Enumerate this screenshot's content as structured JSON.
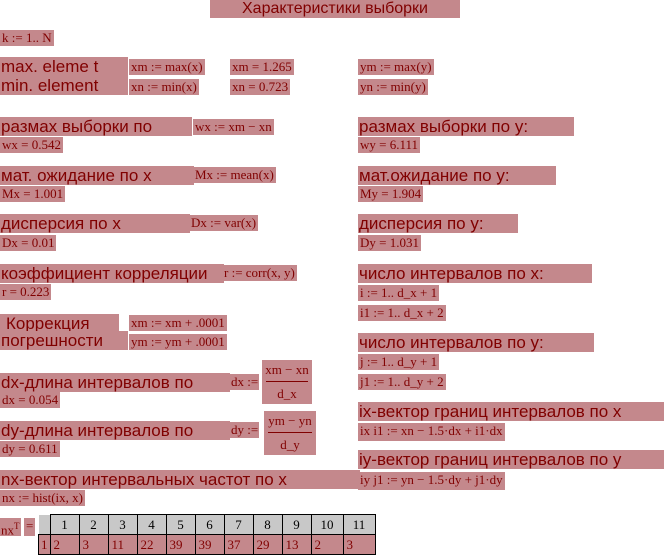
{
  "title": "Характеристики выборки",
  "range_def": "k := 1.. N",
  "x": {
    "max_label": "max. eleme t",
    "min_label": "min. element",
    "max_def": "xm := max(x)",
    "min_def": "xn := min(x)",
    "max_val": "xm = 1.265",
    "min_val": "xn = 0.723",
    "range_label": "размах выборки по",
    "range_def": "wx := xm − xn",
    "range_val": "wx = 0.542",
    "mean_label": "мат. ожидание по х",
    "mean_def": "Mx := mean(x)",
    "mean_val": "Mx = 1.001",
    "var_label": "дисперсия по х",
    "var_def": "Dx := var(x)",
    "var_val": "Dx = 0.01",
    "corr_label": "коэффициент корреляции",
    "corr_def": "r := corr(x, y)",
    "corr_val": "r = 0.223",
    "correction_label1": "Коррекция",
    "correction_label2": "погрешности",
    "correction_def_x": "xm := xm + .0001",
    "correction_def_y": "ym := ym + .0001",
    "dx_label": "dx-длина интервалов по",
    "dx_lhs": "dx :=",
    "dx_num": "xm − xn",
    "dx_den": "d_x",
    "dx_val": "dx = 0.054",
    "dy_label": "dy-длина интервалов по",
    "dy_lhs": "dy :=",
    "dy_num": "ym − yn",
    "dy_den": "d_y",
    "dy_val": "dy = 0.611",
    "nx_label": "nx-вектор интервальных частот по х",
    "nx_def": "nx := hist(ix, x)"
  },
  "y": {
    "max_def": "ym := max(y)",
    "min_def": "yn := min(y)",
    "range_label": "размах выборки по у:",
    "range_val": "wy = 6.111",
    "mean_label": "мат.ожидание по у:",
    "mean_val": "My = 1.904",
    "var_label": "дисперсия по у:",
    "var_val": "Dy = 1.031",
    "nint_x_label": "число интервалов по х:",
    "i_def": "i := 1.. d_x + 1",
    "i1_def": "i1 := 1.. d_x + 2",
    "nint_y_label": "число интервалов по у:",
    "j_def": "j := 1.. d_y + 1",
    "j1_def": "j1 := 1.. d_y + 2",
    "ix_label": "ix-вектор границ интервалов по х",
    "ix_def": "ix i1 := xn − 1.5·dx + i1·dx",
    "iy_label": "iy-вектор границ интервалов по у",
    "iy_def": "iy j1 := yn − 1.5·dy + j1·dy"
  },
  "nxT": {
    "label": "nx",
    "sup": "T",
    "eq": "=",
    "row_label": "1",
    "headers": [
      "1",
      "2",
      "3",
      "4",
      "5",
      "6",
      "7",
      "8",
      "9",
      "10",
      "11"
    ],
    "values": [
      "2",
      "3",
      "11",
      "22",
      "39",
      "39",
      "37",
      "29",
      "13",
      "2",
      "3"
    ]
  }
}
